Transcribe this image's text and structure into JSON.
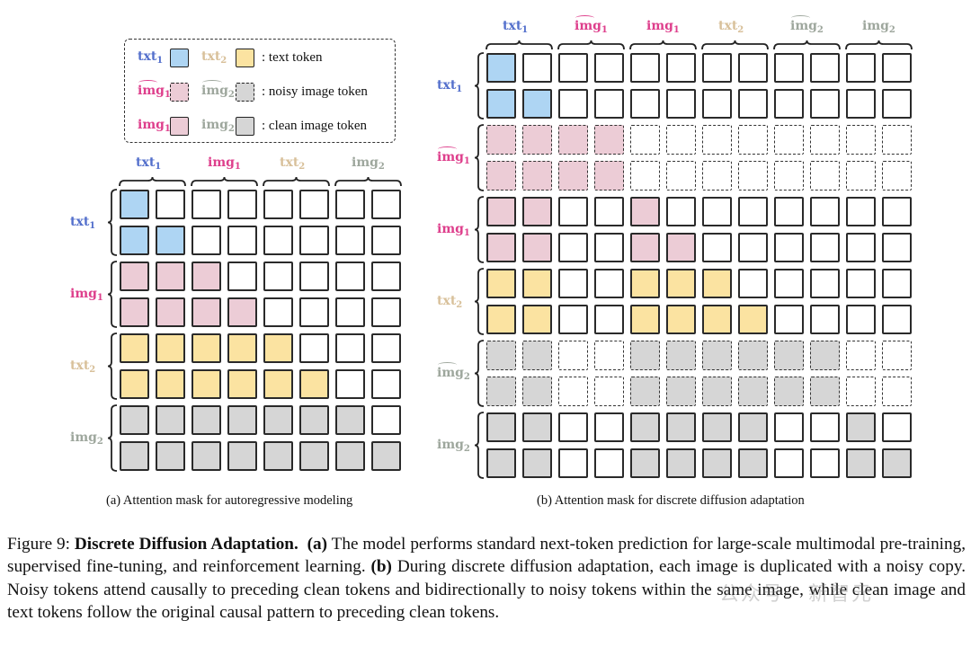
{
  "colors": {
    "txt1": "#5470cc",
    "img1": "#de3f8c",
    "txt2": "#d8c09a",
    "img2": "#9ea79d",
    "fill_b": "#aed5f3",
    "fill_p": "#ecccd6",
    "fill_y": "#fbe3a1",
    "fill_g": "#d6d6d6"
  },
  "legend": {
    "rows": [
      {
        "a": {
          "base": "txt",
          "sub": "1",
          "hat": false,
          "color": "txt1"
        },
        "a_fill": "b",
        "b": {
          "base": "txt",
          "sub": "2",
          "hat": false,
          "color": "txt2"
        },
        "b_fill": "y",
        "dashed": false,
        "text": ": text token"
      },
      {
        "a": {
          "base": "img",
          "sub": "1",
          "hat": true,
          "color": "img1"
        },
        "a_fill": "p",
        "b": {
          "base": "img",
          "sub": "2",
          "hat": true,
          "color": "img2"
        },
        "b_fill": "g",
        "dashed": true,
        "text": ": noisy image token"
      },
      {
        "a": {
          "base": "img",
          "sub": "1",
          "hat": false,
          "color": "img1"
        },
        "a_fill": "p",
        "b": {
          "base": "img",
          "sub": "2",
          "hat": false,
          "color": "img2"
        },
        "b_fill": "g",
        "dashed": false,
        "text": ": clean image token"
      }
    ]
  },
  "grid_a": {
    "caption": "(a) Attention mask for autoregressive modeling",
    "groups": [
      {
        "base": "txt",
        "sub": "1",
        "hat": false,
        "color": "txt1"
      },
      {
        "base": "img",
        "sub": "1",
        "hat": false,
        "color": "img1"
      },
      {
        "base": "txt",
        "sub": "2",
        "hat": false,
        "color": "txt2"
      },
      {
        "base": "img",
        "sub": "2",
        "hat": false,
        "color": "img2"
      }
    ],
    "dashed_groups": [],
    "rows": [
      "b0000000",
      "bb000000",
      "ppp00000",
      "pppp0000",
      "yyyyy000",
      "yyyyyy00",
      "ggggggg0",
      "gggggggg"
    ]
  },
  "grid_b": {
    "caption": "(b) Attention mask for discrete diffusion adaptation",
    "groups": [
      {
        "base": "txt",
        "sub": "1",
        "hat": false,
        "color": "txt1"
      },
      {
        "base": "img",
        "sub": "1",
        "hat": true,
        "color": "img1"
      },
      {
        "base": "img",
        "sub": "1",
        "hat": false,
        "color": "img1"
      },
      {
        "base": "txt",
        "sub": "2",
        "hat": false,
        "color": "txt2"
      },
      {
        "base": "img",
        "sub": "2",
        "hat": true,
        "color": "img2"
      },
      {
        "base": "img",
        "sub": "2",
        "hat": false,
        "color": "img2"
      }
    ],
    "dashed_groups": [
      1,
      4
    ],
    "rows": [
      "b00000000000",
      "bb0000000000",
      "pppp00000000",
      "pppp00000000",
      "pp00p0000000",
      "pp00pp000000",
      "yy00yyy00000",
      "yy00yyyy0000",
      "gg00gggggg00",
      "gg00gggggg00",
      "gg00gggg00g0",
      "gg00gggg00gg"
    ]
  },
  "caption": [
    {
      "text": "Figure 9: ",
      "bold": false
    },
    {
      "text": "Discrete Diffusion Adaptation.",
      "bold": true
    },
    {
      "text": "  ",
      "bold": false
    },
    {
      "text": "(a)",
      "bold": true
    },
    {
      "text": " The model performs standard next-token prediction for large-scale multimodal pre-training, supervised fine-tuning, and reinforcement learning. ",
      "bold": false
    },
    {
      "text": "(b)",
      "bold": true
    },
    {
      "text": " During discrete diffusion adaptation, each image is duplicated with a noisy copy. Noisy tokens attend causally to preceding clean tokens and bidirectionally to noisy tokens within the same image, while clean image and text tokens follow the original causal pattern to preceding clean tokens.",
      "bold": false
    }
  ],
  "watermark": "公众号 · 新智元"
}
